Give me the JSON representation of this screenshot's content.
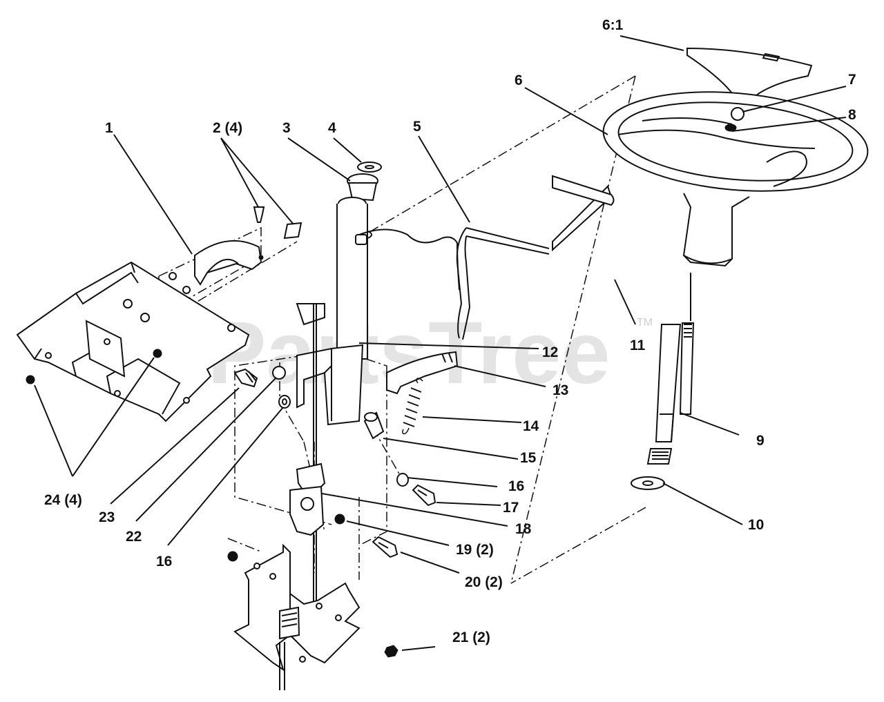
{
  "watermark": {
    "brand": "PartsTree",
    "mark": "TM"
  },
  "callouts": [
    {
      "id": "1",
      "text": "1"
    },
    {
      "id": "2",
      "text": "2 (4)"
    },
    {
      "id": "3",
      "text": "3"
    },
    {
      "id": "4",
      "text": "4"
    },
    {
      "id": "5",
      "text": "5"
    },
    {
      "id": "6",
      "text": "6"
    },
    {
      "id": "6-1",
      "text": "6:1"
    },
    {
      "id": "7",
      "text": "7"
    },
    {
      "id": "8",
      "text": "8"
    },
    {
      "id": "9",
      "text": "9"
    },
    {
      "id": "10",
      "text": "10"
    },
    {
      "id": "11",
      "text": "11"
    },
    {
      "id": "12",
      "text": "12"
    },
    {
      "id": "13",
      "text": "13"
    },
    {
      "id": "14",
      "text": "14"
    },
    {
      "id": "15",
      "text": "15"
    },
    {
      "id": "16a",
      "text": "16"
    },
    {
      "id": "16b",
      "text": "16"
    },
    {
      "id": "17",
      "text": "17"
    },
    {
      "id": "18",
      "text": "18"
    },
    {
      "id": "19",
      "text": "19 (2)"
    },
    {
      "id": "20",
      "text": "20 (2)"
    },
    {
      "id": "21",
      "text": "21 (2)"
    },
    {
      "id": "22",
      "text": "22"
    },
    {
      "id": "23",
      "text": "23"
    },
    {
      "id": "24",
      "text": "24 (4)"
    }
  ]
}
